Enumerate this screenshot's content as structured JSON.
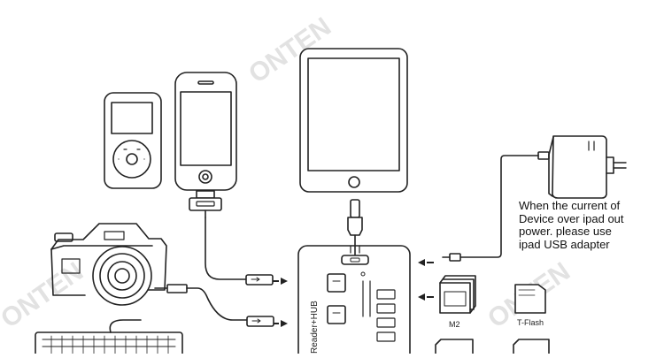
{
  "note": {
    "lines": [
      "When the current of",
      "Device over ipad out",
      "power. please use",
      "ipad USB adapter"
    ]
  },
  "hub": {
    "label": "Reader+HUB"
  },
  "cards": {
    "m2_label": "M2",
    "tflash_label": "T-Flash"
  },
  "watermark": {
    "text": "ONTEN"
  },
  "colors": {
    "stroke": "#222222",
    "watermark": "#dddddd"
  },
  "icons": [
    "ipod-icon",
    "iphone-icon",
    "ipad-icon",
    "camera-icon",
    "keyboard-icon",
    "power-adapter-icon",
    "usb-plug-icon",
    "m2-card-icon",
    "tflash-card-icon"
  ]
}
